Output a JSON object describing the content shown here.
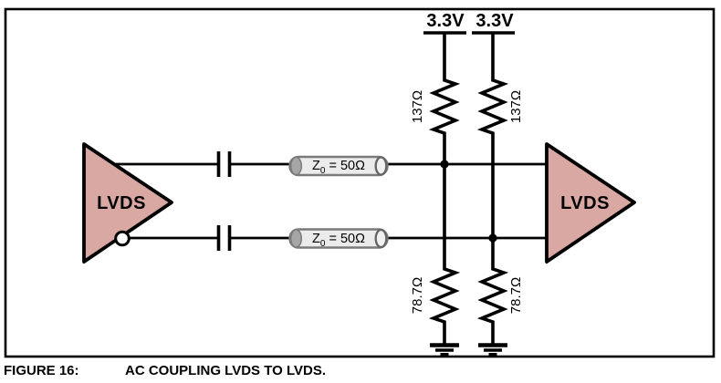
{
  "figure": {
    "caption_label": "FIGURE 16:",
    "caption_title": "AC COUPLING LVDS TO LVDS."
  },
  "circuit": {
    "supply_left": "3.3V",
    "supply_right": "3.3V",
    "resistor_top_left": "137Ω",
    "resistor_top_right": "137Ω",
    "resistor_bottom_left": "78.7Ω",
    "resistor_bottom_right": "78.7Ω",
    "tline_top": {
      "symbol": "Z",
      "subscript": "0",
      "rest": " = 50Ω"
    },
    "tline_bottom": {
      "symbol": "Z",
      "subscript": "0",
      "rest": " = 50Ω"
    },
    "buffer_left": "LVDS",
    "buffer_right": "LVDS",
    "colors": {
      "wire": "#000000",
      "buffer_fill": "#d9a8a3",
      "tline_fill": "#ebebeb",
      "tline_border": "#7a7a7a",
      "tline_cap_fill": "#a6a6a6",
      "caption_text": "#000000"
    }
  }
}
